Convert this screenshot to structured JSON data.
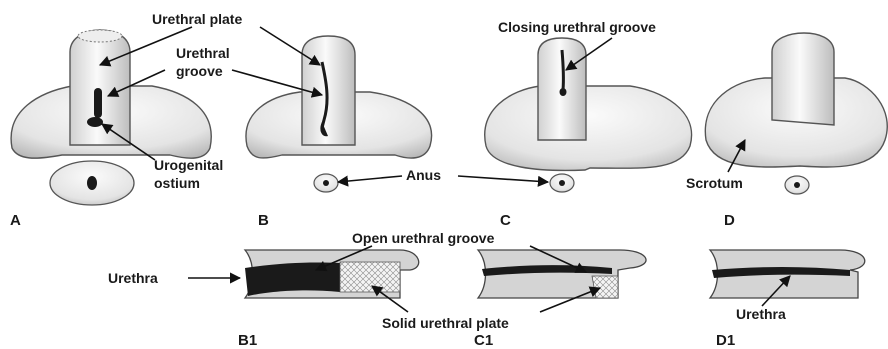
{
  "labels": {
    "urethral_plate": "Urethral plate",
    "urethral_groove_1": "Urethral",
    "urethral_groove_2": "groove",
    "urogenital_1": "Urogenital",
    "urogenital_2": "ostium",
    "closing_groove": "Closing urethral groove",
    "anus": "Anus",
    "scrotum": "Scrotum",
    "open_groove": "Open urethral groove",
    "urethra_left": "Urethra",
    "solid_plate": "Solid urethral plate",
    "urethra_right": "Urethra"
  },
  "panels": {
    "a": "A",
    "b": "B",
    "c": "C",
    "d": "D",
    "b1": "B1",
    "c1": "C1",
    "d1": "D1"
  },
  "colors": {
    "outline": "#555555",
    "tissue_light": "#f2f2f2",
    "tissue_dark": "#bdbdbd",
    "urethra_dark": "#1a1a1a",
    "plate_hatch": "#888888"
  }
}
